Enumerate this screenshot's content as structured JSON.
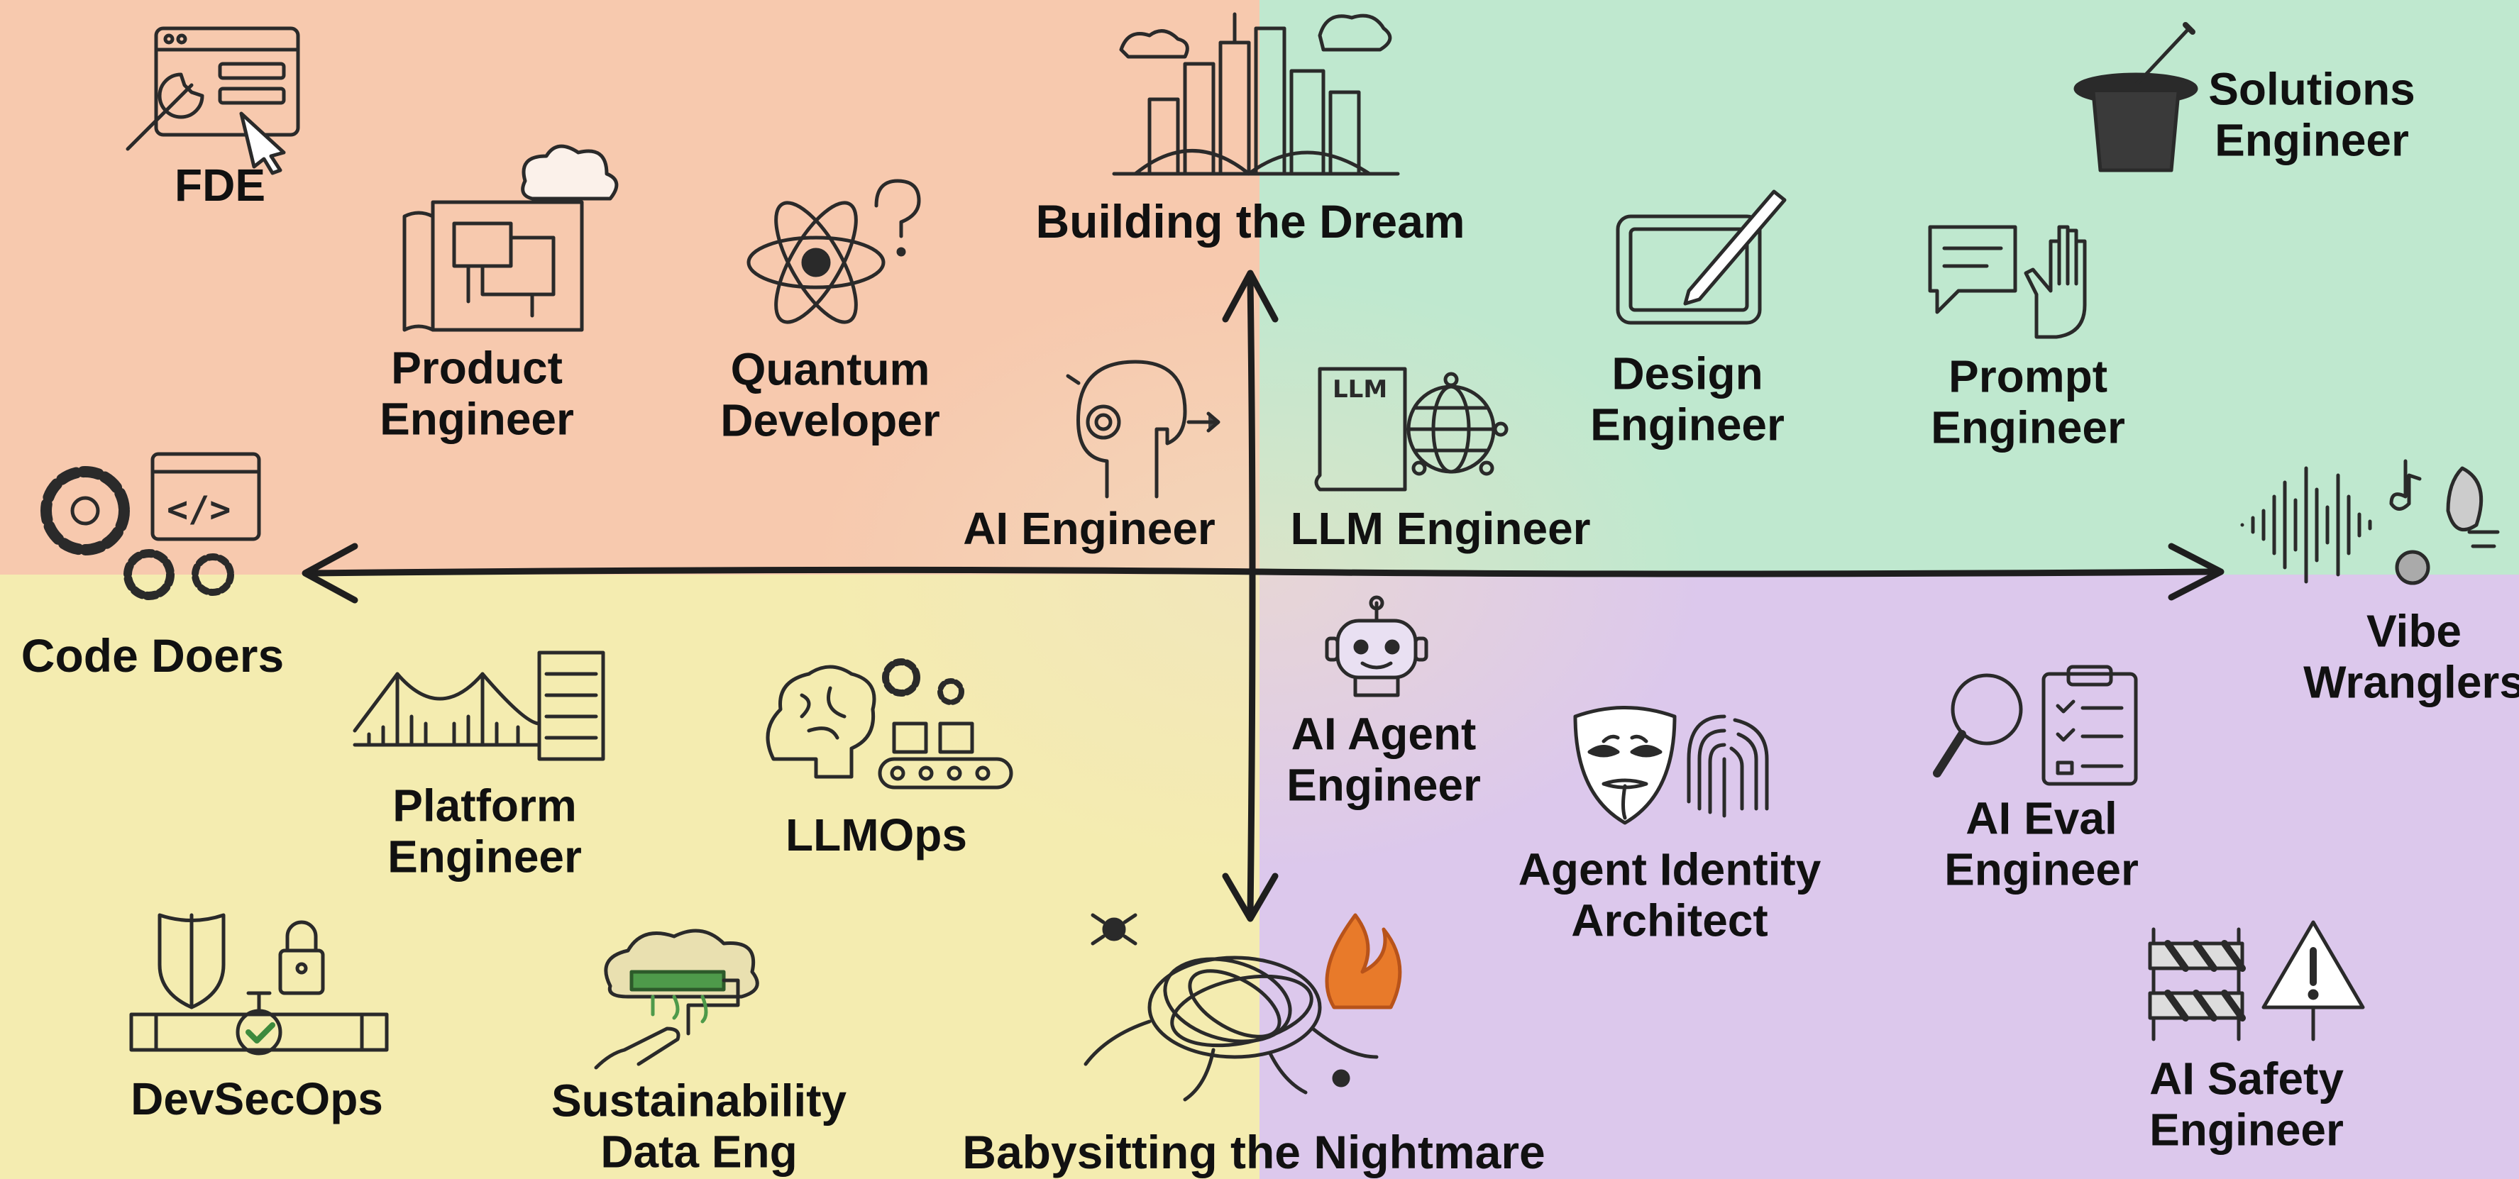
{
  "quadrant_colors": {
    "top_left": "#f7c9ae",
    "top_right": "#bfe8cf",
    "bottom_left": "#f4ecb0",
    "bottom_right": "#dcc8ec"
  },
  "axes": {
    "top": "Building the Dream",
    "bottom": "Babysitting the Nightmare",
    "left": "Code Doers",
    "right": "Vibe Wranglers"
  },
  "roles": {
    "fde": "FDE",
    "product_engineer": "Product\nEngineer",
    "quantum_developer": "Quantum\nDeveloper",
    "ai_engineer": "AI Engineer",
    "llm_engineer": "LLM Engineer",
    "design_engineer": "Design\nEngineer",
    "prompt_engineer": "Prompt\nEngineer",
    "solutions_engineer": "Solutions\nEngineer",
    "platform_engineer": "Platform\nEngineer",
    "llmops": "LLMOps",
    "devsecops": "DevSecOps",
    "sustainability_data_eng": "Sustainability\nData Eng",
    "ai_agent_engineer": "AI Agent\nEngineer",
    "agent_identity_architect": "Agent Identity\nArchitect",
    "ai_eval_engineer": "AI Eval\nEngineer",
    "ai_safety_engineer": "AI Safety\nEngineer"
  },
  "icons": {
    "fde": "browser-wrench-cursor-icon",
    "product_engineer": "blueprint-cloud-icon",
    "quantum_developer": "atom-question-icon",
    "ai_engineer": "robot-head-arrow-icon",
    "llm_engineer": "llm-book-globe-icon",
    "design_engineer": "tablet-pen-icon",
    "prompt_engineer": "chat-robot-hand-icon",
    "solutions_engineer": "magic-hat-icon",
    "code_doers": "gears-code-window-icon",
    "building_the_dream": "city-skyline-icon",
    "vibe_wranglers": "sound-wave-icon",
    "platform_engineer": "bridge-server-icon",
    "llmops": "brain-conveyor-icon",
    "devsecops": "shield-lock-pipe-icon",
    "sustainability_data_eng": "paint-roller-cloud-icon",
    "babysitting_the_nightmare": "tangled-wires-fire-icon",
    "ai_agent_engineer": "robot-icon",
    "agent_identity_architect": "mask-fingerprint-icon",
    "ai_eval_engineer": "magnifier-clipboard-icon",
    "ai_safety_engineer": "barrier-warning-icon"
  },
  "colors": {
    "ink": "#2a2a2a",
    "fire": "#e87a2a",
    "green_paint": "#4e9a4a"
  }
}
